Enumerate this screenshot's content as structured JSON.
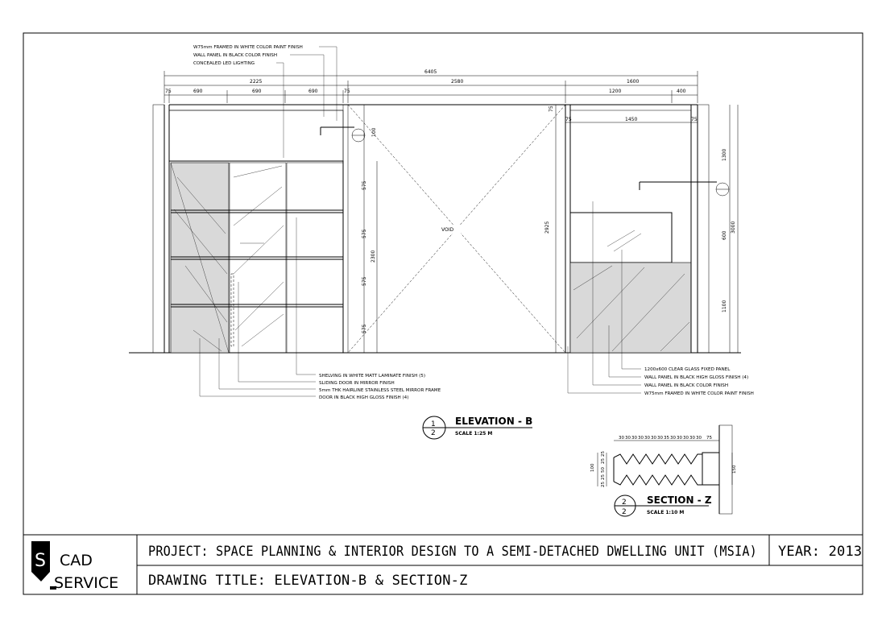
{
  "title_block": {
    "logo_letter": "S",
    "logo_line1": "CAD",
    "logo_line2": "SERVICE",
    "project": "PROJECT: SPACE PLANNING & INTERIOR DESIGN TO A SEMI-DETACHED DWELLING UNIT (MSIA)",
    "year": "YEAR: 2013",
    "drawing_title": "DRAWING TITLE: ELEVATION-B & SECTION-Z"
  },
  "elevation": {
    "tag_num": "1",
    "tag_sheet": "2",
    "title": "ELEVATION - B",
    "scale": "SCALE    1:25  M",
    "void_label": "VOID",
    "top_notes": [
      "W75mm FRAMED IN WHITE COLOR PAINT FINISH",
      "WALL PANEL IN BLACK COLOR FINISH",
      "CONCEALED LED LIGHTING"
    ],
    "left_notes": [
      "SHELVING IN WHITE MATT LAMINATE FINISH (5)",
      "SLIDING DOOR IN MIRROR FINISH",
      "5mm THK HAIRLINE STAINLESS STEEL MIRROR FRAME",
      "DOOR IN BLACK HIGH GLOSS FINISH (4)"
    ],
    "right_notes": [
      "1200x600 CLEAR GLASS FIXED PANEL",
      "WALL PANEL IN BLACK HIGH GLOSS FINISH (4)",
      "WALL PANEL IN BLACK COLOR FINISH",
      "W75mm FRAMED IN WHITE COLOR PAINT FINISH"
    ],
    "dims": {
      "overall": "6405",
      "left_total": "2225",
      "mid_total": "2580",
      "right_total": "1600",
      "l_75a": "75",
      "l_690a": "690",
      "l_690b": "690",
      "l_690c": "690",
      "l_75b": "75",
      "r_1200": "1200",
      "r_400": "400",
      "r_75a": "75",
      "r_1450": "1450",
      "r_75b": "75",
      "top_75": "75",
      "v_100": "100",
      "v_575a": "575",
      "v_575b": "575",
      "v_575c": "575",
      "v_575d": "575",
      "v_2300": "2300",
      "v_2925": "2925",
      "v_1300": "1300",
      "v_600": "600",
      "v_1100": "1100",
      "v_3000": "3000"
    }
  },
  "section": {
    "tag_num": "2",
    "tag_sheet": "2",
    "title": "SECTION - Z",
    "scale": "SCALE    1:10  M",
    "top_dims": [
      "30",
      "30",
      "30",
      "30",
      "30",
      "30",
      "30",
      "35",
      "30",
      "30",
      "30",
      "30",
      "30",
      "75"
    ],
    "left_dims": [
      "100",
      "25",
      "25",
      "50",
      "25",
      "25"
    ],
    "right_dim": "150"
  }
}
